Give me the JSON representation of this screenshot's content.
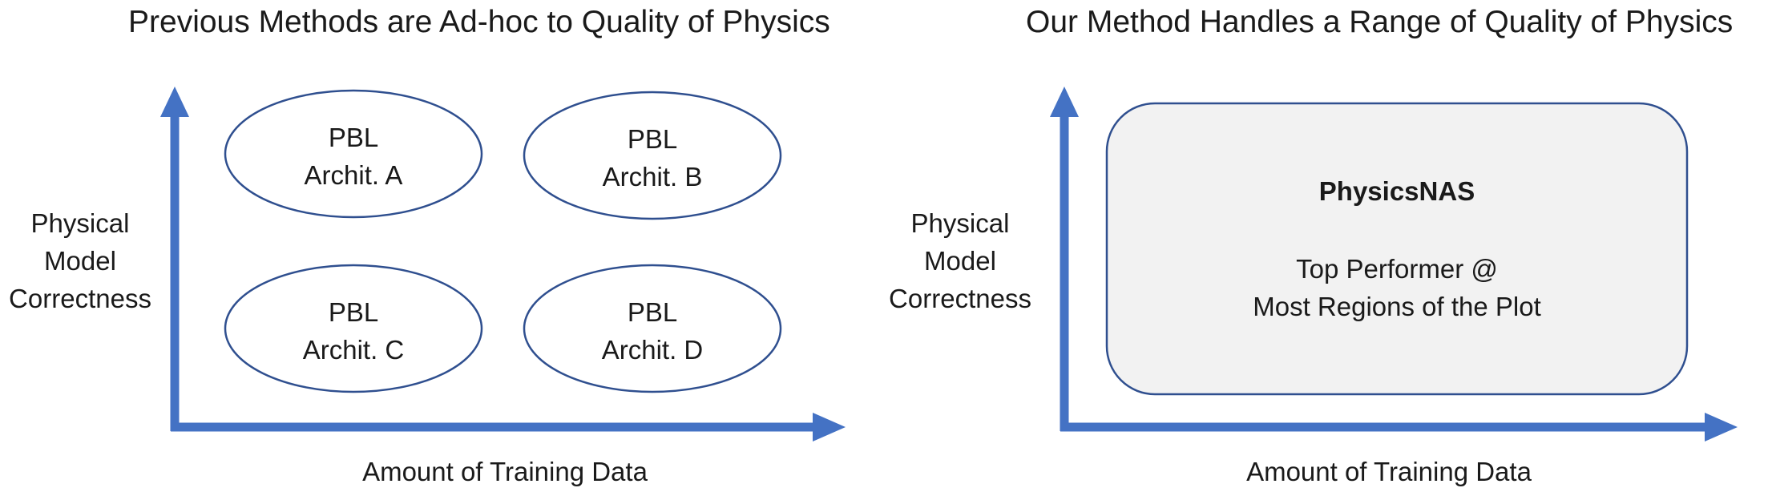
{
  "left": {
    "title": "Previous Methods are Ad-hoc to Quality of Physics",
    "y_label": [
      "Physical",
      "Model",
      "Correctness"
    ],
    "x_label": "Amount of Training Data",
    "ellipses": [
      {
        "line1": "PBL",
        "line2": "Archit. A"
      },
      {
        "line1": "PBL",
        "line2": "Archit. B"
      },
      {
        "line1": "PBL",
        "line2": "Archit. C"
      },
      {
        "line1": "PBL",
        "line2": "Archit. D"
      }
    ]
  },
  "right": {
    "title": "Our Method Handles a Range of Quality of Physics",
    "y_label": [
      "Physical",
      "Model",
      "Correctness"
    ],
    "x_label": "Amount of Training Data",
    "box": {
      "title": "PhysicsNAS",
      "line1": "Top Performer @",
      "line2": "Most Regions of the Plot"
    }
  },
  "colors": {
    "axis": "#4472c4",
    "outline": "#2f4f8f",
    "box_fill": "#f2f2f2"
  }
}
